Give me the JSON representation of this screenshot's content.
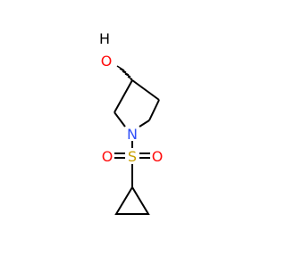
{
  "molecule": {
    "atoms": {
      "hydroxyl_h": "H",
      "hydroxyl_o": "O",
      "nitrogen": "N",
      "sulfur": "S",
      "sulfonyl_o_left": "O",
      "sulfonyl_o_right": "O"
    },
    "colors": {
      "bond": "#000000",
      "oxygen": "#ff0d0d",
      "nitrogen": "#3050f8",
      "sulfur": "#c8a000",
      "hydrogen": "#000000"
    }
  }
}
